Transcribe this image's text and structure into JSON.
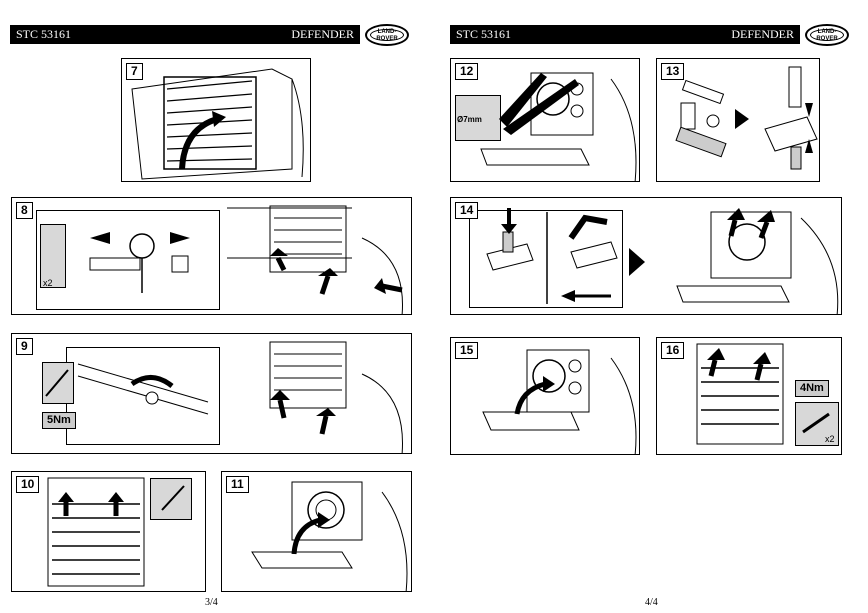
{
  "header_left": {
    "doc_code": "STC 53161",
    "model": "DEFENDER",
    "logo_line1": "LAND-",
    "logo_line2": "ROVER"
  },
  "header_right": {
    "doc_code": "STC 53161",
    "model": "DEFENDER",
    "logo_line1": "LAND-",
    "logo_line2": "ROVER"
  },
  "steps": {
    "s7": "7",
    "s8": "8",
    "s9": "9",
    "s10": "10",
    "s11": "11",
    "s12": "12",
    "s13": "13",
    "s14": "14",
    "s15": "15",
    "s16": "16"
  },
  "labels": {
    "s8_qty": "x2",
    "s9_torque": "5Nm",
    "s12_drill": "Ø7mm",
    "s16_torque": "4Nm",
    "s16_qty": "x2"
  },
  "page_numbers": {
    "left": "3/4",
    "right": "4/4"
  }
}
